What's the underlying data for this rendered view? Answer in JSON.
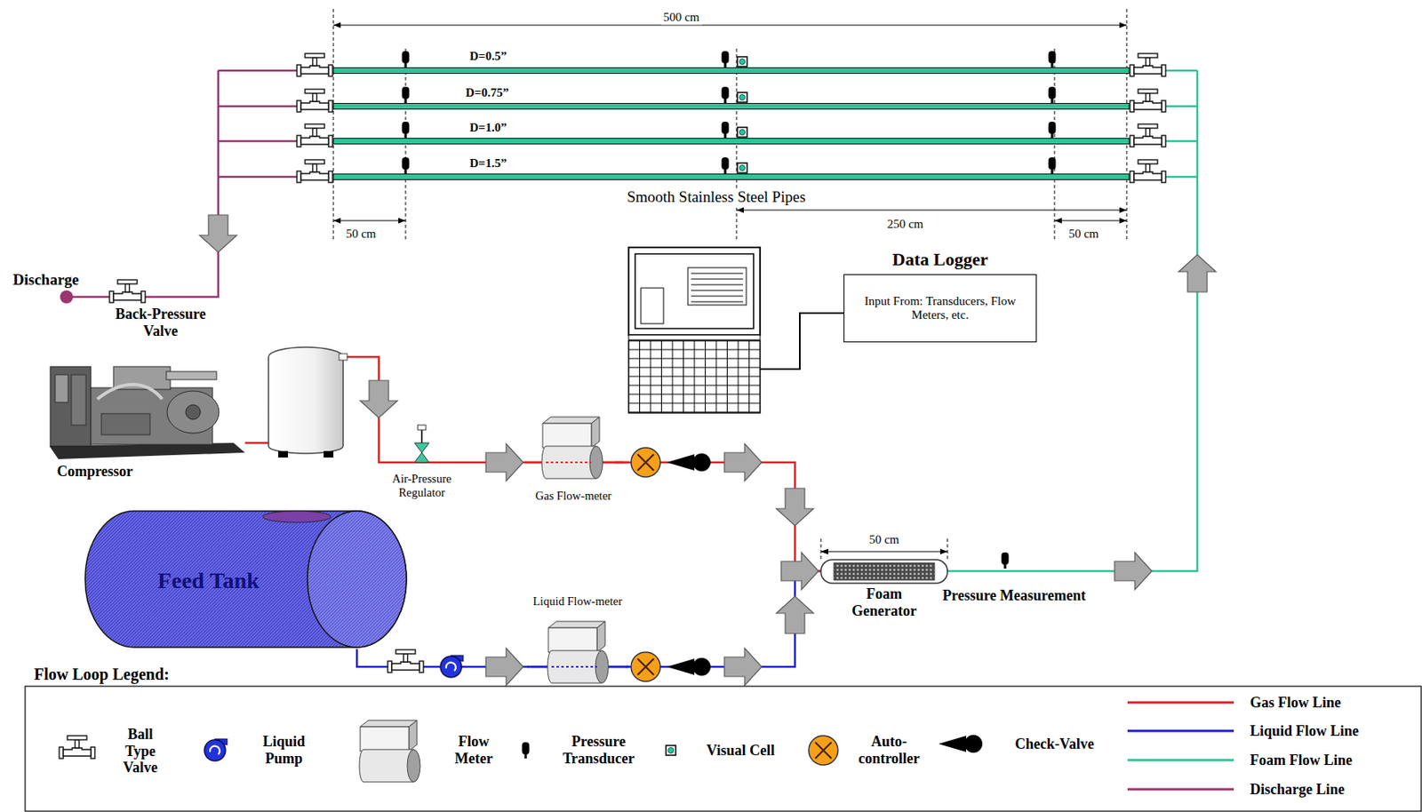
{
  "diagram": {
    "nodes": [
      {
        "text": [
          "Data Logger",
          "Input From: Transducers, Flow Meters, etc."
        ]
      },
      {
        "text": [
          "Gas Flow-meter"
        ]
      },
      {
        "text": [
          "Feed Tank"
        ]
      },
      {
        "text": [
          "Foam Generator"
        ]
      },
      {
        "text": [
          "Liquid Flow-meter"
        ]
      }
    ],
    "edges": [
      {
        "from": 2,
        "to": 4,
        "arrow": "none"
      },
      {
        "from": 4,
        "to": 3,
        "arrow": "none"
      },
      {
        "from": 1,
        "to": 3,
        "arrow": "none"
      }
    ],
    "labels": [
      "500 cm",
      "D=0.5”",
      "D=0.75”",
      "D=1.0”",
      "D=1.5”",
      "Smooth Stainless Steel Pipes",
      "50 cm",
      "250 cm",
      "50 cm",
      "Discharge",
      "Back-Pressure Valve",
      "Compressor",
      "Air-Pressure Regulator",
      "50 cm",
      "Pressure Measurement",
      "Flow Loop Legend:"
    ],
    "legend": [
      {
        "text": "Ball Type Valve"
      },
      {
        "text": "Liquid Pump"
      },
      {
        "text": "Flow Meter"
      },
      {
        "text": "Pressure Transducer"
      },
      {
        "text": "Visual Cell"
      },
      {
        "text": "Auto- controller"
      },
      {
        "text": "Check-Valve"
      },
      {
        "text": "Gas Flow Line"
      },
      {
        "text": "Liquid Flow Line"
      },
      {
        "text": "Foam Flow Line"
      },
      {
        "text": "Discharge Line"
      }
    ]
  }
}
